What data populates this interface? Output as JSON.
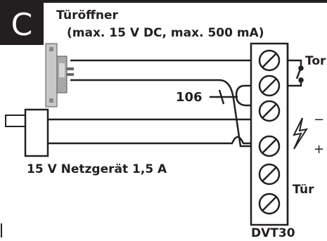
{
  "header": {
    "badge_letter": "C",
    "opener_title": "Türöffner",
    "opener_spec": "(max. 15 V DC, max. 500 mA)"
  },
  "labels": {
    "tor": "Tor",
    "wire_number": "106",
    "minus": "−",
    "plus": "+",
    "power_supply": "15 V Netzgerät 1,5 A",
    "tuer": "Tür",
    "device": "DVT30"
  },
  "colors": {
    "ink": "#231f20",
    "badge_bg": "#231f20",
    "badge_text": "#ffffff",
    "opener_metal": "#b8b8b8"
  },
  "icons": {
    "lightning": "lightning-bolt-icon",
    "screw": "screw-terminal-icon",
    "switch": "tor-switch-icon"
  }
}
